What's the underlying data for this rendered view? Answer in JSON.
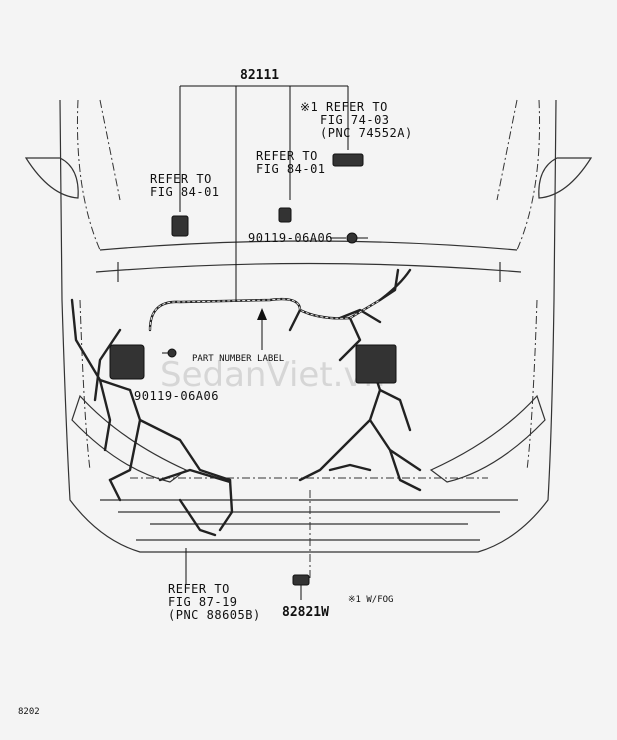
{
  "main_part_number": "82111",
  "callouts": {
    "refer_74": [
      "※1 REFER TO",
      "FIG 74-03",
      "(PNC 74552A)"
    ],
    "refer_84_left": [
      "REFER TO",
      "FIG 84-01"
    ],
    "refer_84_mid": [
      "REFER TO",
      "FIG 84-01"
    ],
    "refer_87": [
      "REFER TO",
      "FIG 87-19",
      "(PNC 88605B)"
    ]
  },
  "bolt_right": "90119-06A06",
  "bolt_left": "90119-06A06",
  "part_number_label": "PART NUMBER LABEL",
  "clip_part": "82821W",
  "note": "※1 W/FOG",
  "page_code": "8202",
  "watermark": "SedanViet.vn"
}
